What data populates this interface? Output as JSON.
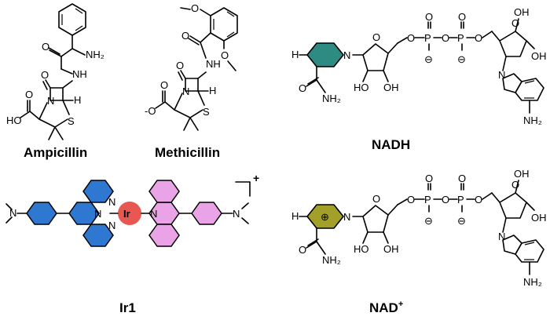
{
  "molecules": {
    "ampicillin": {
      "name": "Ampicillin",
      "atoms": {
        "nh2": "NH₂",
        "o_amide": "O",
        "n_amide": "NH",
        "o_lactam": "O",
        "n_ring": "N",
        "h_stereo": "H",
        "s": "S",
        "ho": "HO",
        "o_acid": "O"
      }
    },
    "methicillin": {
      "name": "Methicillin",
      "atoms": {
        "o_methoxy_top": "O",
        "o_amide": "O",
        "nh": "NH",
        "o_methoxy_side": "O",
        "o_lactam": "O",
        "n_ring": "N",
        "h_stereo": "H",
        "s": "S",
        "o_carboxylate": "O",
        "o_minus": "-O"
      }
    },
    "nadh": {
      "name": "NADH",
      "atoms": {
        "h": "H",
        "n_pyr": "N",
        "o_ribose": "O",
        "ho1": "HO",
        "oh1": "OH",
        "o_link1": "O",
        "p1": "P",
        "o_p1_top": "O",
        "o_bridge": "O",
        "p2": "P",
        "o_p2_top": "O",
        "o_link2": "O",
        "o_ribose2": "O",
        "oh2": "OH",
        "oh3": "OH",
        "n_ad": "N",
        "nh2_ad": "NH₂",
        "o_amide": "O",
        "nh2_amide": "NH₂",
        "minus": "⊖"
      },
      "ring_color": "#2e8b83"
    },
    "nad_plus": {
      "name": "NAD",
      "charge": "+",
      "atoms": {
        "h": "H",
        "n_pyr": "N",
        "plus": "⊕",
        "o_ribose": "O",
        "ho1": "HO",
        "oh1": "OH",
        "o_link1": "O",
        "p1": "P",
        "o_p1_top": "O",
        "o_bridge": "O",
        "p2": "P",
        "o_p2_top": "O",
        "o_link2": "O",
        "o_ribose2": "O",
        "oh2": "OH",
        "oh3": "OH",
        "n_ad": "N",
        "nh2_ad": "NH₂",
        "o_amide": "O",
        "nh2_amide": "NH₂",
        "minus": "⊖"
      },
      "ring_color": "#a3a02a"
    },
    "ir1": {
      "name": "Ir1",
      "charge": "+",
      "metal": "Ir",
      "atoms": {
        "n": "N",
        "nme2_left": "N",
        "nme2_right": "N"
      },
      "colors": {
        "blue": "#2f78d1",
        "pink": "#e9a3e6",
        "metal": "#e53935"
      }
    }
  }
}
